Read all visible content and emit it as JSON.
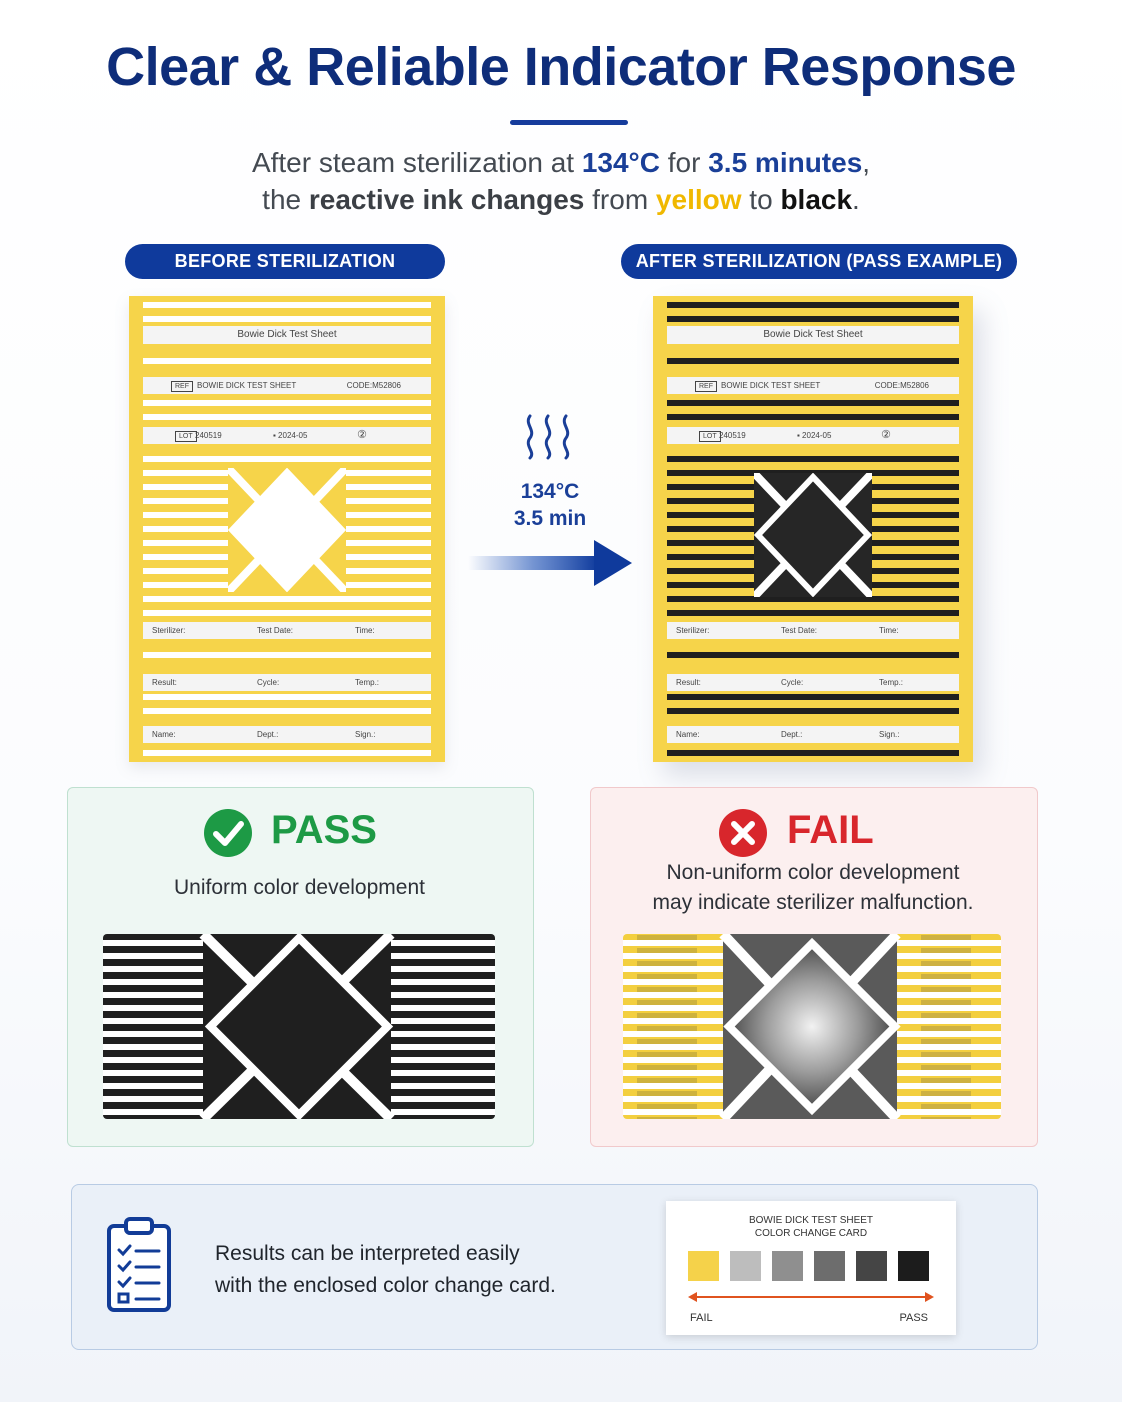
{
  "header": {
    "title": "Clear & Reliable Indicator Response",
    "subtitle": {
      "l1_a": "After steam sterilization at ",
      "l1_temp": "134°C",
      "l1_b": " for ",
      "l1_time": "3.5 minutes",
      "l1_c": ",",
      "l2_a": "the ",
      "l2_ink": "reactive ink changes",
      "l2_b": " from ",
      "l2_yellow": "yellow",
      "l2_c": " to ",
      "l2_black": "black",
      "l2_d": "."
    }
  },
  "before": {
    "label": "BEFORE STERILIZATION"
  },
  "after": {
    "label": "AFTER STERILIZATION (PASS EXAMPLE)"
  },
  "sheet": {
    "title": "Bowie Dick Test Sheet",
    "ref_box": "REF",
    "ref_text": "BOWIE DICK TEST SHEET",
    "code": "CODE:M52806",
    "lot_box": "LOT",
    "lot": "240519",
    "date": "2024-05",
    "single_use": "②",
    "fields": [
      [
        "Sterilizer:",
        "Test Date:",
        "Time:"
      ],
      [
        "Result:",
        "Cycle:",
        "Temp.:"
      ],
      [
        "Name:",
        "Dept.:",
        "Sign.:"
      ]
    ]
  },
  "process": {
    "temp": "134°C",
    "time": "3.5 min"
  },
  "pass": {
    "label": "PASS",
    "desc": "Uniform color development"
  },
  "fail": {
    "label": "FAIL",
    "desc_line1": "Non-uniform color development",
    "desc_line2": "may indicate sterilizer malfunction."
  },
  "info": {
    "line1": "Results can be interpreted easily",
    "line2": "with the enclosed color change card."
  },
  "card": {
    "title_line1": "BOWIE DICK TEST SHEET",
    "title_line2": "COLOR CHANGE CARD",
    "fail": "FAIL",
    "pass": "PASS",
    "swatches": [
      "#f5d24a",
      "#bdbdbd",
      "#8f8f8f",
      "#6d6d6d",
      "#454545",
      "#1c1c1c"
    ]
  },
  "colors": {
    "navy": "#0e2d7a",
    "accent_blue": "#1a3f98",
    "indicator_yellow": "#f6d44a",
    "indicator_black": "#1f1f1f",
    "pass_green": "#1d9a45",
    "fail_red": "#d8262c"
  }
}
